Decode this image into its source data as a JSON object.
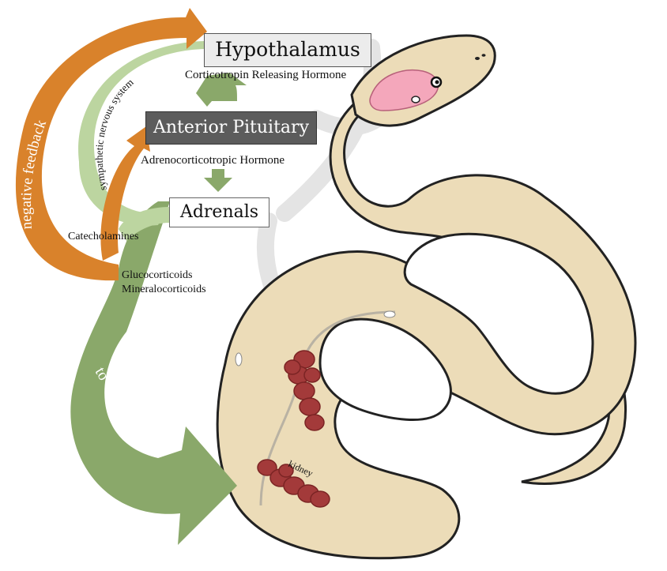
{
  "boxes": {
    "hypothalamus": "Hypothalamus",
    "anterior_pituitary": "Anterior Pituitary",
    "adrenals": "Adrenals"
  },
  "hormones": {
    "crh": "Corticotropin Releasing Hormone",
    "acth": "Adrenocorticotropic Hormone",
    "catecholamines": "Catecholamines",
    "glucocorticoids": "Glucocorticoids",
    "mineralocorticoids": "Mineralocorticoids"
  },
  "pathways": {
    "negative_feedback": "negative feedback",
    "sympathetic": "sympathetic nervous system",
    "to_tissues": "to various tissues"
  },
  "anatomy": {
    "kidney": "kidney"
  },
  "colors": {
    "feedback_orange": "#d9822b",
    "sympathetic_green": "#bcd5a0",
    "hormone_green": "#8aa86a",
    "snake_body": "#ecdcb8",
    "brain_pink": "#f4a7bb",
    "kidney_red": "#a33a3a"
  }
}
